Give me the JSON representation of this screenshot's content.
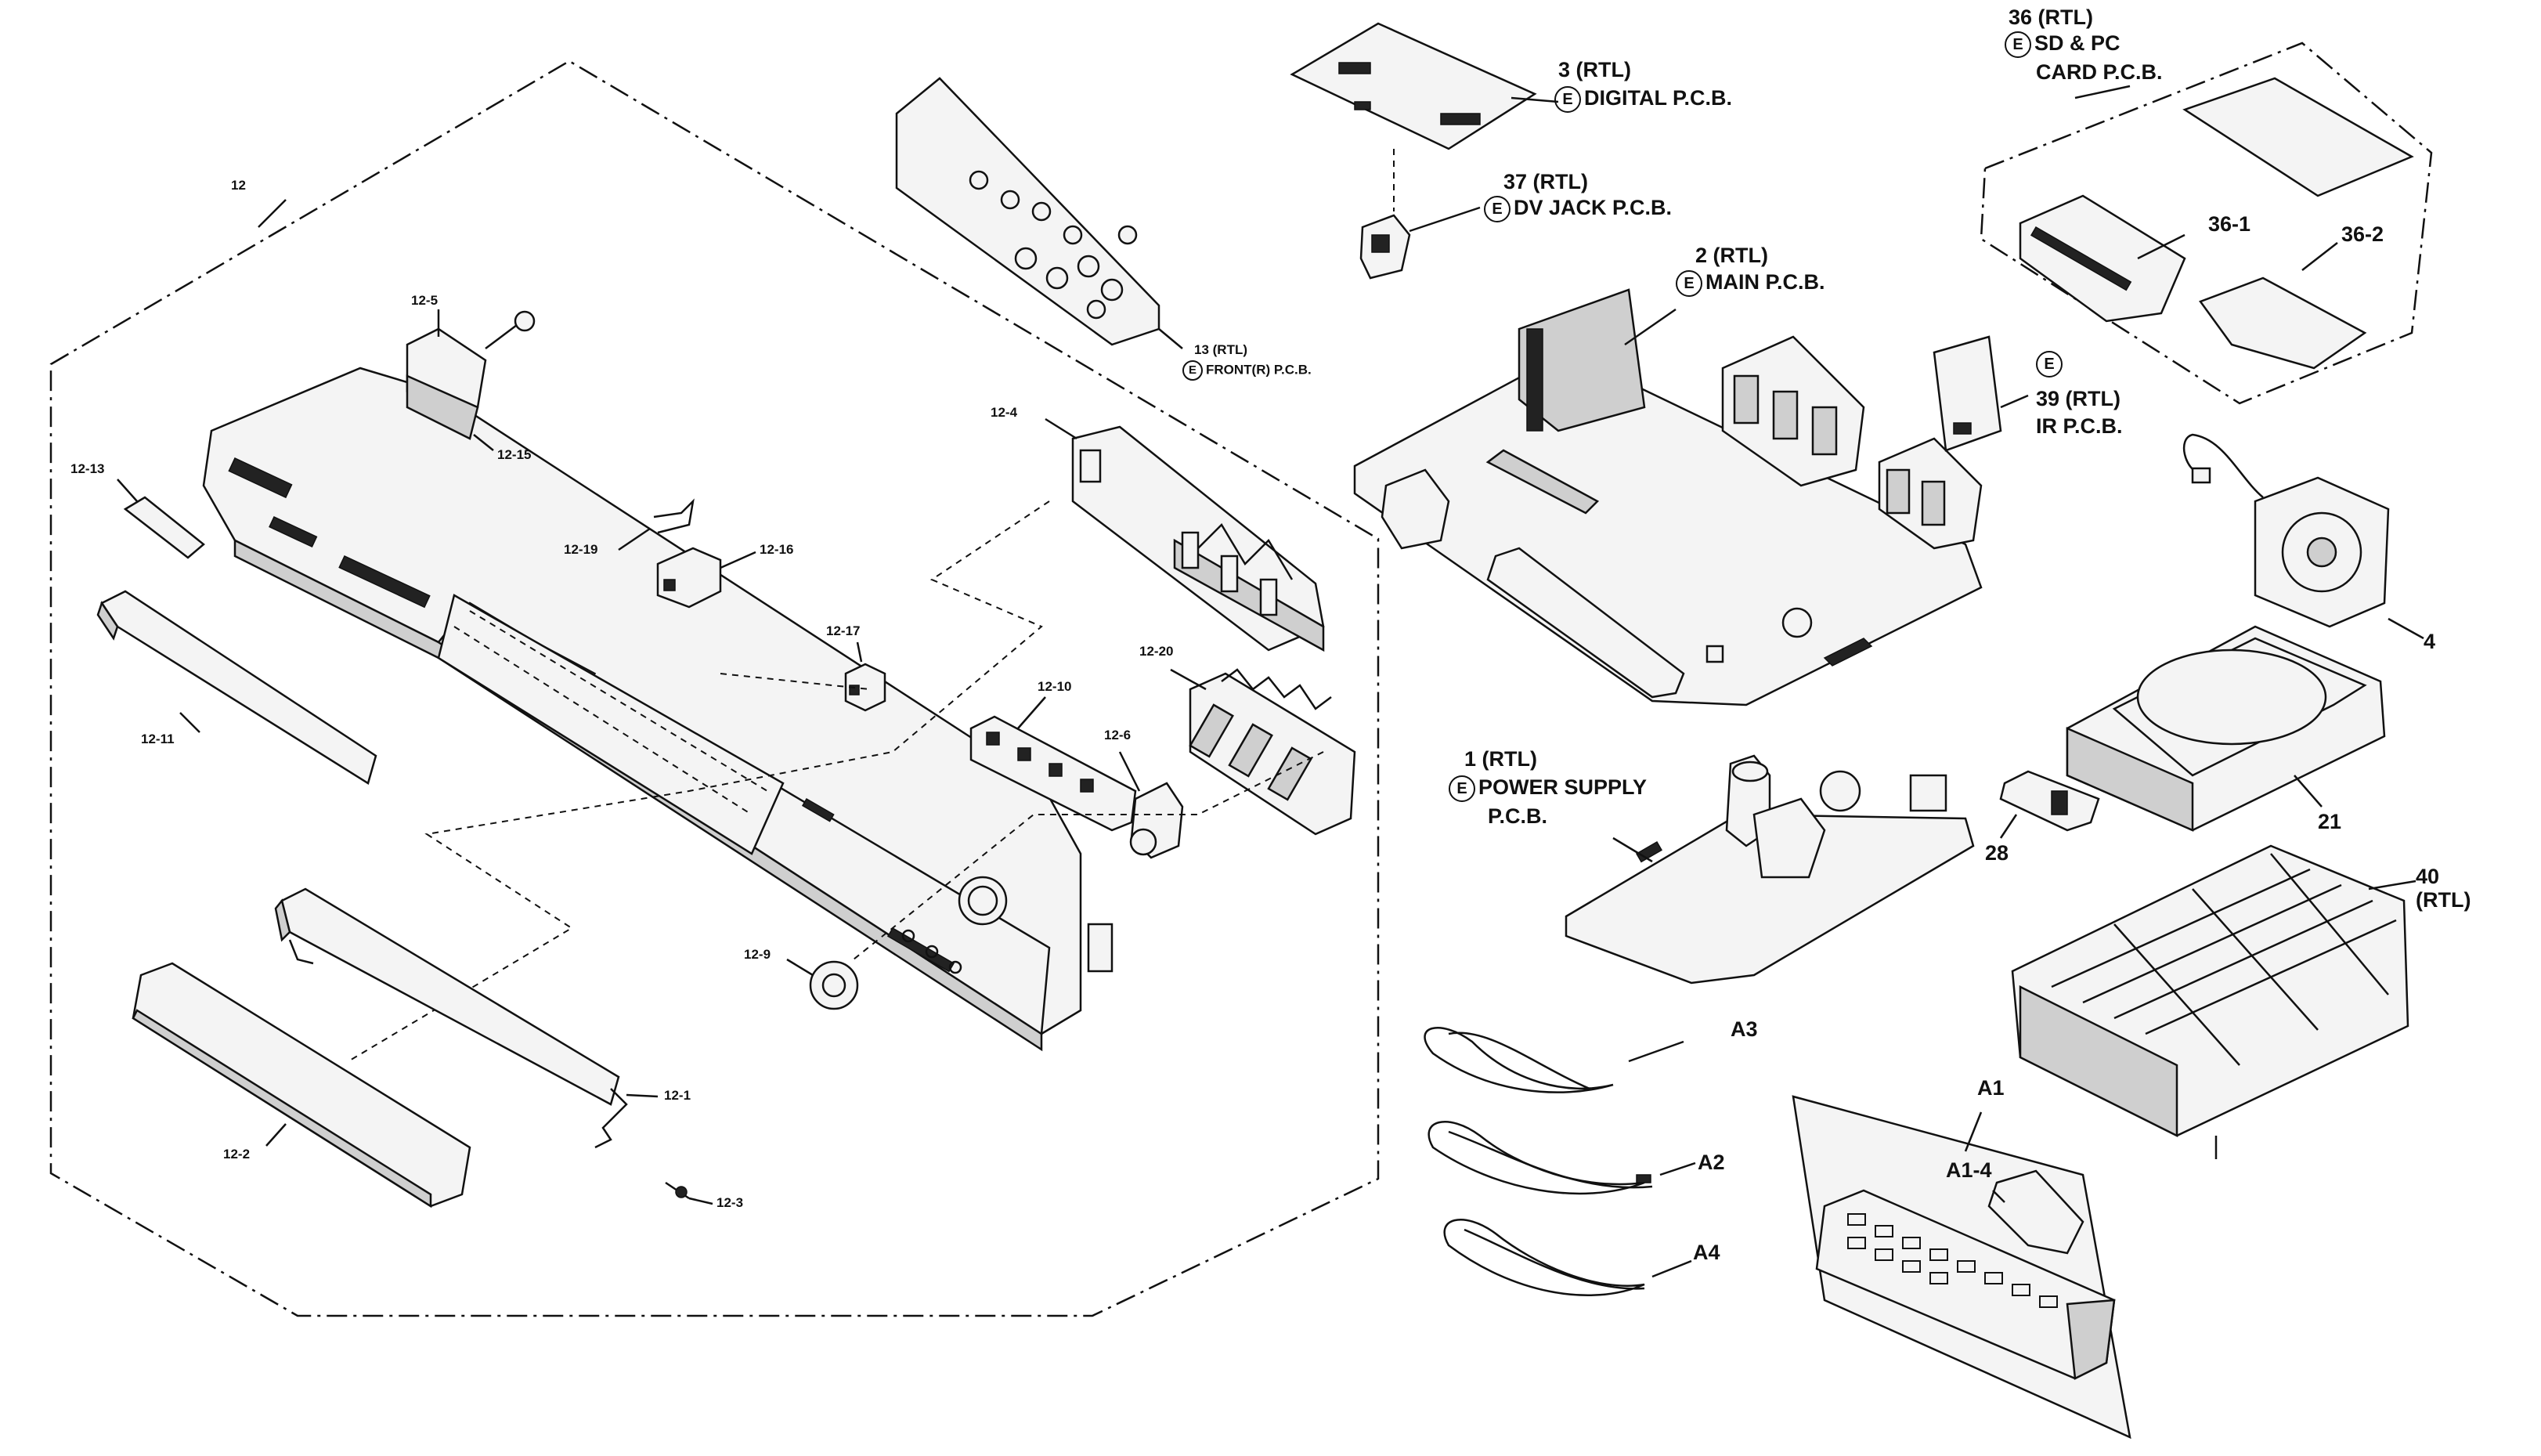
{
  "labels": {
    "p12": "12",
    "p12_5": "12-5",
    "p12_15": "12-15",
    "p12_13": "12-13",
    "p12_19": "12-19",
    "p12_16": "12-16",
    "p12_11": "12-11",
    "p12_17": "12-17",
    "p12_4": "12-4",
    "p12_10": "12-10",
    "p12_20": "12-20",
    "p12_6": "12-6",
    "p12_9": "12-9",
    "p12_1": "12-1",
    "p12_2": "12-2",
    "p12_3": "12-3",
    "p13_num": "13 (RTL)",
    "p13_name": "FRONT(R) P.C.B.",
    "p3_num": "3 (RTL)",
    "p3_name": "DIGITAL P.C.B.",
    "p37_num": "37 (RTL)",
    "p37_name": "DV JACK P.C.B.",
    "p36_num": "36 (RTL)",
    "p36_name1": "SD & PC",
    "p36_name2": "CARD P.C.B.",
    "p36_1": "36-1",
    "p36_2": "36-2",
    "p2_num": "2 (RTL)",
    "p2_name": "MAIN P.C.B.",
    "p39_num": "39 (RTL)",
    "p39_name": "IR P.C.B.",
    "p4": "4",
    "p1_num": "1 (RTL)",
    "p1_name1": "POWER SUPPLY",
    "p1_name2": "P.C.B.",
    "p28": "28",
    "p21": "21",
    "p40_num": "40",
    "p40_rtl": "(RTL)",
    "a3": "A3",
    "a2": "A2",
    "a4": "A4",
    "a1": "A1",
    "a1_4": "A1-4",
    "e_mark": "E"
  }
}
